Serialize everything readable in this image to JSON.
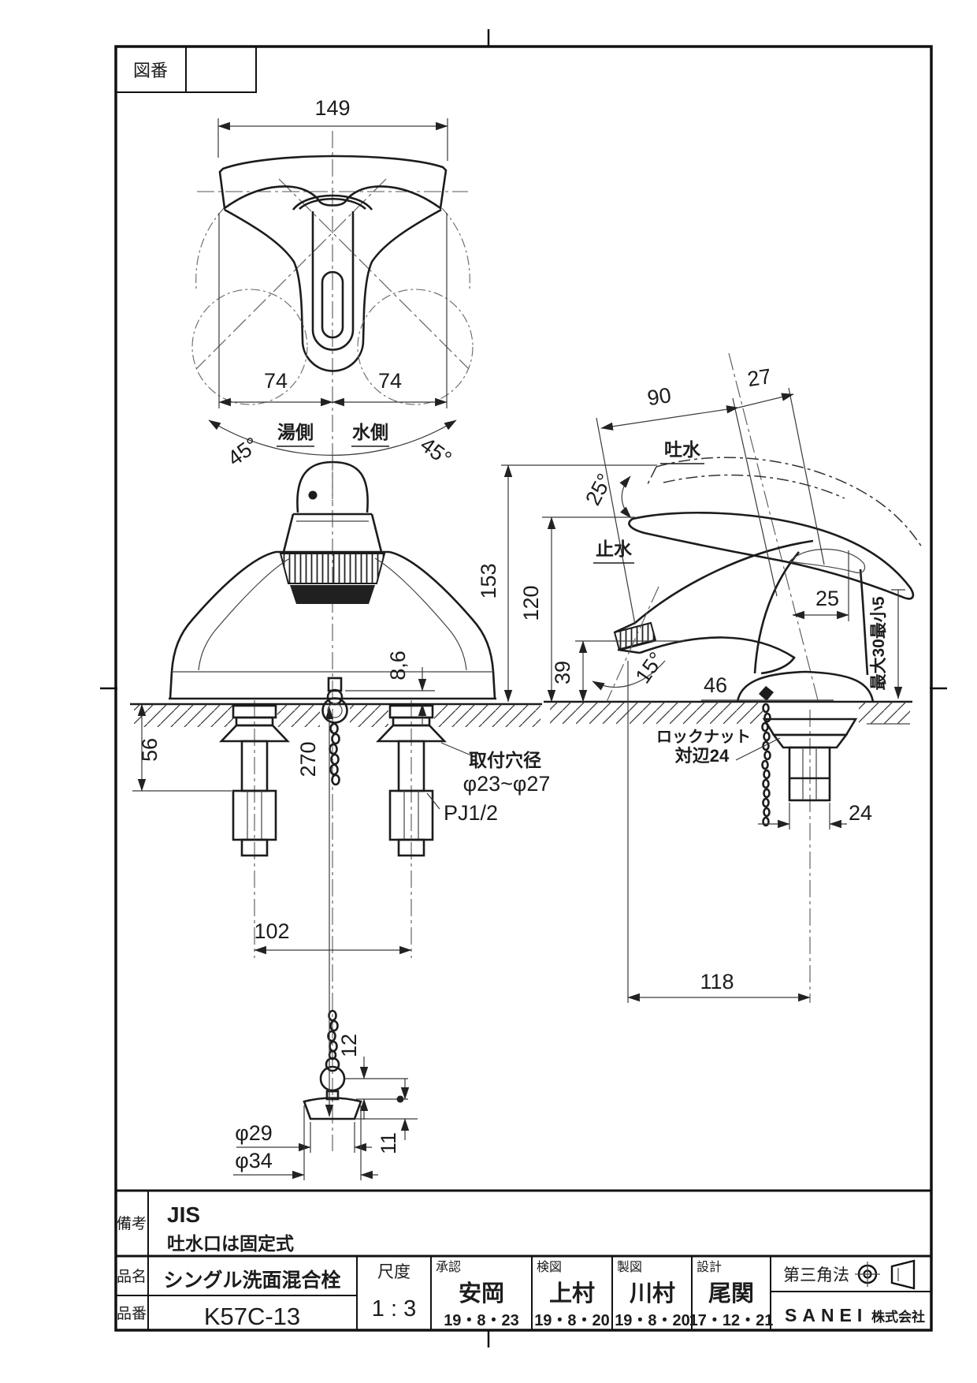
{
  "colors": {
    "line": "#1c1c1c",
    "dim": "#3a3a3a",
    "paper": "#ffffff"
  },
  "sheet": {
    "drawing_no_label": "図番"
  },
  "top_view": {
    "dim_width": "149",
    "dim_left": "74",
    "dim_right": "74",
    "hot_side": "湯側",
    "cold_side": "水側",
    "angle_left": "45°",
    "angle_right": "45°"
  },
  "front_view": {
    "dim_height_deck": "56",
    "dim_ring": "8,6",
    "dim_chain": "270",
    "dim_pitch": "102",
    "hole_note_title": "取付穴径",
    "hole_note_dia": "φ23~φ27",
    "thread_note": "PJ1/2",
    "dim_ring_gap": "12",
    "dim_plug_h": "11",
    "dim_plug_d1": "φ29",
    "dim_plug_d2": "φ34"
  },
  "side_view": {
    "dim_spout_reach": "90",
    "dim_handle": "27",
    "spout_label": "吐水",
    "angle_spout": "25°",
    "stop_label": "止水",
    "dim_total_h": "153",
    "dim_stop_h": "120",
    "dim_outlet_h": "39",
    "angle_outlet": "15°",
    "dim_body": "46",
    "dim_lever_top": "25",
    "deck_range": "最大30最小5",
    "locknut_line1": "ロックナット",
    "locknut_line2": "対辺24",
    "dim_nut": "24",
    "dim_depth": "118"
  },
  "title_block": {
    "remarks_label": "備考",
    "remarks_line1": "JIS",
    "remarks_line2": "吐水口は固定式",
    "product_name_label": "品名",
    "product_name": "シングル洗面混合栓",
    "product_no_label": "品番",
    "product_no": "K57C-13",
    "scale_label": "尺度",
    "scale_value": "1 : 3",
    "approval_label": "承認",
    "approval_name": "安岡",
    "approval_date": "19・8・23",
    "check_label": "検図",
    "check_name": "上村",
    "check_date": "19・8・20",
    "draft_label": "製図",
    "draft_name": "川村",
    "draft_date": "19・8・20",
    "design_label": "設計",
    "design_name": "尾関",
    "design_date": "17・12・21",
    "projection_label": "第三角法",
    "company_latin": "SANEI",
    "company_suffix": "株式会社"
  }
}
